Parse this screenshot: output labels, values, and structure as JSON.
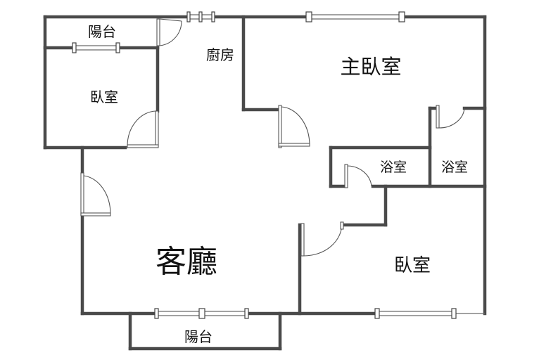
{
  "rooms": {
    "balcony_top": "陽台",
    "bedroom_left": "臥室",
    "kitchen": "廚房",
    "master_bedroom": "主臥室",
    "bathroom_1": "浴室",
    "bathroom_2": "浴室",
    "living_room": "客廳",
    "bedroom_right": "臥室",
    "balcony_bottom": "陽台"
  },
  "colors": {
    "wall": "#4a4a4a",
    "background": "#ffffff",
    "text": "#111111"
  }
}
